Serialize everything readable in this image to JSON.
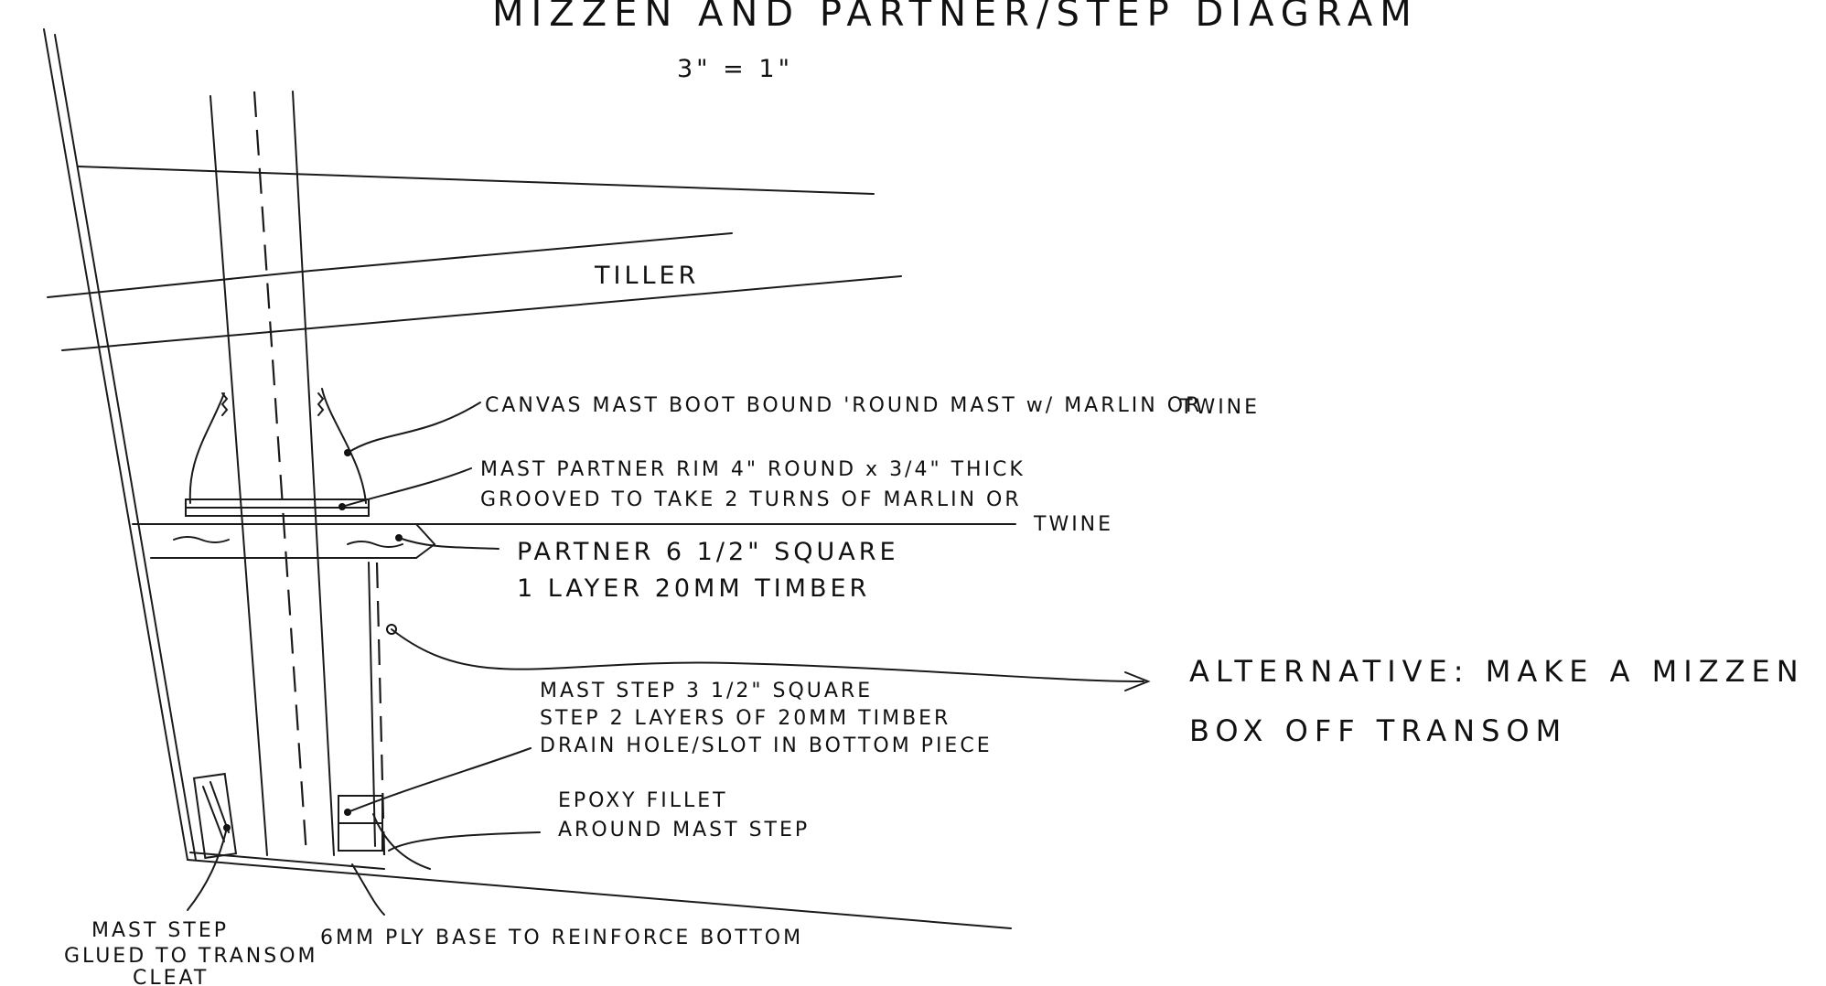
{
  "title": "MIZZEN AND PARTNER/STEP DIAGRAM",
  "scale": "3\" = 1\"",
  "labels": {
    "tiller": "TILLER",
    "boot_1": "CANVAS MAST BOOT BOUND 'ROUND MAST w/ MARLIN OR",
    "boot_2": "TWINE",
    "rim_1": "MAST PARTNER RIM 4\" ROUND x 3/4\" THICK",
    "rim_2": "GROOVED TO TAKE 2 TURNS OF MARLIN OR",
    "rim_3": "TWINE",
    "partner_1": "PARTNER 6 1/2\" SQUARE",
    "partner_2": "1 LAYER 20MM TIMBER",
    "step_1": "MAST STEP 3 1/2\" SQUARE",
    "step_2": "STEP 2 LAYERS OF 20MM TIMBER",
    "step_3": "DRAIN HOLE/SLOT IN BOTTOM PIECE",
    "fillet_1": "EPOXY FILLET",
    "fillet_2": "AROUND MAST STEP",
    "alt_1": "ALTERNATIVE: MAKE A MIZZEN",
    "alt_2": "BOX OFF TRANSOM",
    "cleat_1": "MAST STEP",
    "cleat_2": "GLUED TO TRANSOM",
    "cleat_3": "CLEAT",
    "base": "6MM PLY BASE TO REINFORCE BOTTOM"
  }
}
